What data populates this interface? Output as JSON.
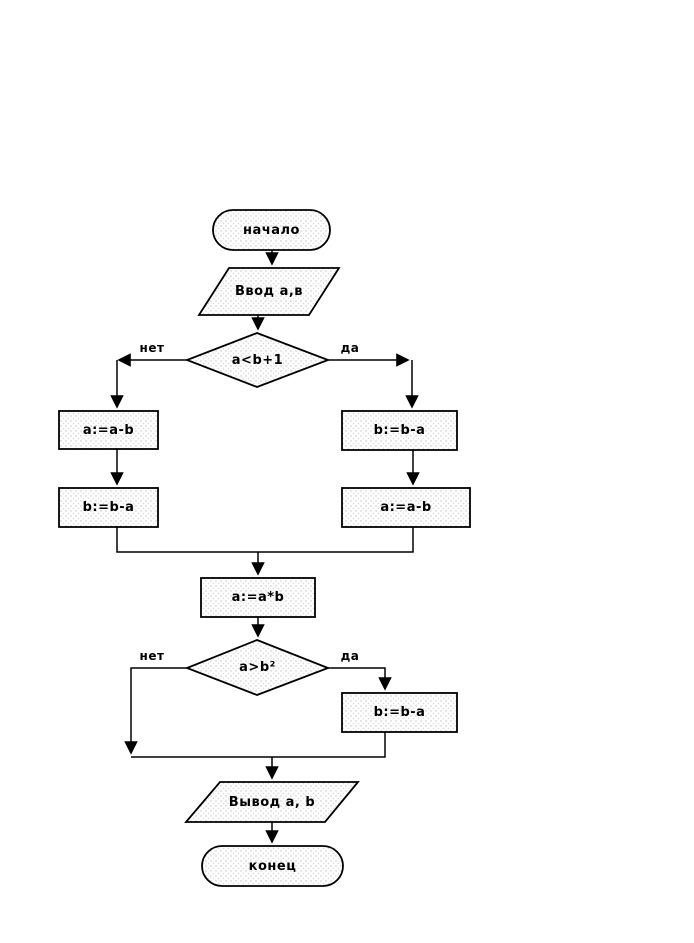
{
  "flowchart": {
    "start": {
      "label": "начало"
    },
    "input": {
      "label": "Ввод а,в"
    },
    "decision1": {
      "label": "a<b+1",
      "yes_label": "да",
      "no_label": "нет"
    },
    "left_branch": {
      "step1": "a:=a-b",
      "step2": "b:=b-a"
    },
    "right_branch": {
      "step1": "b:=b-a",
      "step2": "a:=a-b"
    },
    "multiply": {
      "label": "a:=a*b"
    },
    "decision2": {
      "label": "a>b²",
      "yes_label": "да",
      "no_label": "нет"
    },
    "yes_step": {
      "label": "b:=b-a"
    },
    "output": {
      "label": "Вывод а, b"
    },
    "end": {
      "label": "конец"
    },
    "colors": {
      "stroke": "#000000",
      "shape_fill": "#fdfdfd",
      "dot": "#c8c8c8",
      "background": "#ffffff"
    }
  }
}
